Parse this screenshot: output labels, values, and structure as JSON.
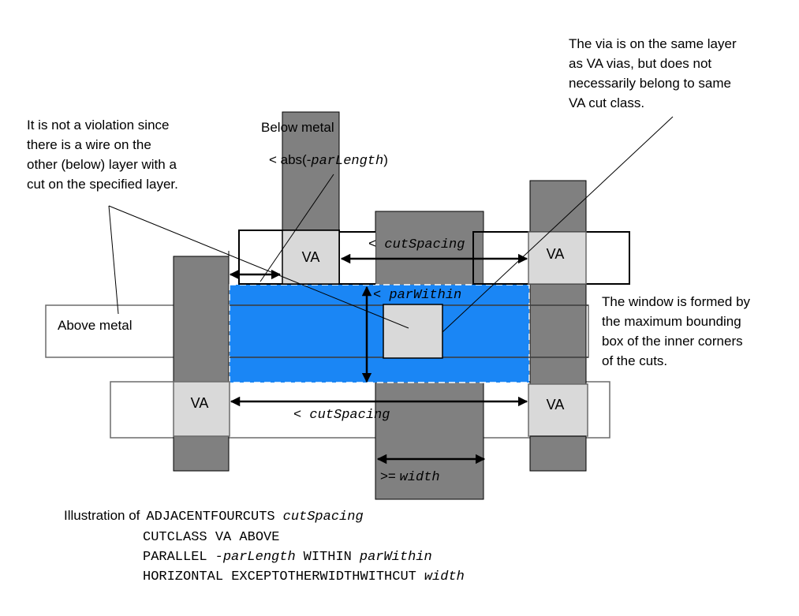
{
  "colors": {
    "metal_gray": "#808080",
    "cut_fill": "#d9d9d9",
    "window_blue": "#1a86f5",
    "outline": "#000000",
    "above_metal_outline": "#6b6b6b"
  },
  "notes": {
    "left_note": [
      "It is not a violation since",
      "there is a wire on the",
      "other (below) layer with a",
      "cut on the specified layer."
    ],
    "top_right_note": [
      "The via is on the same layer",
      "as VA vias, but does not",
      "necessarily belong to same",
      "VA cut class."
    ],
    "right_note": [
      "The window is formed by",
      "the maximum bounding",
      "box of the inner corners",
      "of the cuts."
    ]
  },
  "labels": {
    "below_metal": "Below metal",
    "above_metal": "Above metal",
    "abs_prefix": "< abs(-",
    "abs_var": "parLength",
    "abs_suffix": ")",
    "cut_spacing_prefix": "< ",
    "cut_spacing_var": "cutSpacing",
    "par_within_prefix": "< ",
    "par_within_var": "parWithin",
    "width_prefix": ">= ",
    "width_var": "width",
    "va": "VA"
  },
  "caption": {
    "lead": "Illustration of",
    "line1_kw": "ADJACENTFOURCUTS",
    "line1_var": "cutSpacing",
    "line2_kw": "CUTCLASS VA ABOVE",
    "line3_kw1": "PARALLEL",
    "line3_var1": "-parLength",
    "line3_kw2": "WITHIN",
    "line3_var2": "parWithin",
    "line4_kw": "HORIZONTAL EXCEPTOTHERWIDTHWITHCUT",
    "line4_var": "width"
  }
}
